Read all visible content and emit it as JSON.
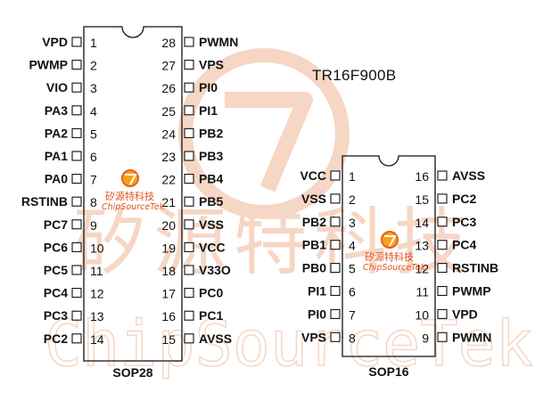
{
  "title": "TR16F900B",
  "watermark": {
    "chinese": "矽源特科技",
    "english": "ChipSourceTek"
  },
  "logo": {
    "chinese": "矽源特科技",
    "english": "ChipSourceTek"
  },
  "colors": {
    "logo_orange": "#e8601c",
    "watermark": "#f6d6c4",
    "ink": "#111111"
  },
  "sop28": {
    "label": "SOP28",
    "left": [
      {
        "num": "1",
        "name": "VPD"
      },
      {
        "num": "2",
        "name": "PWMP"
      },
      {
        "num": "3",
        "name": "VIO"
      },
      {
        "num": "4",
        "name": "PA3"
      },
      {
        "num": "5",
        "name": "PA2"
      },
      {
        "num": "6",
        "name": "PA1"
      },
      {
        "num": "7",
        "name": "PA0"
      },
      {
        "num": "8",
        "name": "RSTINB"
      },
      {
        "num": "9",
        "name": "PC7"
      },
      {
        "num": "10",
        "name": "PC6"
      },
      {
        "num": "11",
        "name": "PC5"
      },
      {
        "num": "12",
        "name": "PC4"
      },
      {
        "num": "13",
        "name": "PC3"
      },
      {
        "num": "14",
        "name": "PC2"
      }
    ],
    "right": [
      {
        "num": "28",
        "name": "PWMN"
      },
      {
        "num": "27",
        "name": "VPS"
      },
      {
        "num": "26",
        "name": "PI0"
      },
      {
        "num": "25",
        "name": "PI1"
      },
      {
        "num": "24",
        "name": "PB2"
      },
      {
        "num": "23",
        "name": "PB3"
      },
      {
        "num": "22",
        "name": "PB4"
      },
      {
        "num": "21",
        "name": "PB5"
      },
      {
        "num": "20",
        "name": "VSS"
      },
      {
        "num": "19",
        "name": "VCC"
      },
      {
        "num": "18",
        "name": "V33O"
      },
      {
        "num": "17",
        "name": "PC0"
      },
      {
        "num": "16",
        "name": "PC1"
      },
      {
        "num": "15",
        "name": "AVSS"
      }
    ]
  },
  "sop16": {
    "label": "SOP16",
    "left": [
      {
        "num": "1",
        "name": "VCC"
      },
      {
        "num": "2",
        "name": "VSS"
      },
      {
        "num": "3",
        "name": "PB2"
      },
      {
        "num": "4",
        "name": "PB1"
      },
      {
        "num": "5",
        "name": "PB0"
      },
      {
        "num": "6",
        "name": "PI1"
      },
      {
        "num": "7",
        "name": "PI0"
      },
      {
        "num": "8",
        "name": "VPS"
      }
    ],
    "right": [
      {
        "num": "16",
        "name": "AVSS"
      },
      {
        "num": "15",
        "name": "PC2"
      },
      {
        "num": "14",
        "name": "PC3"
      },
      {
        "num": "13",
        "name": "PC4"
      },
      {
        "num": "12",
        "name": "RSTINB"
      },
      {
        "num": "11",
        "name": "PWMP"
      },
      {
        "num": "10",
        "name": "VPD"
      },
      {
        "num": "9",
        "name": "PWMN"
      }
    ]
  }
}
